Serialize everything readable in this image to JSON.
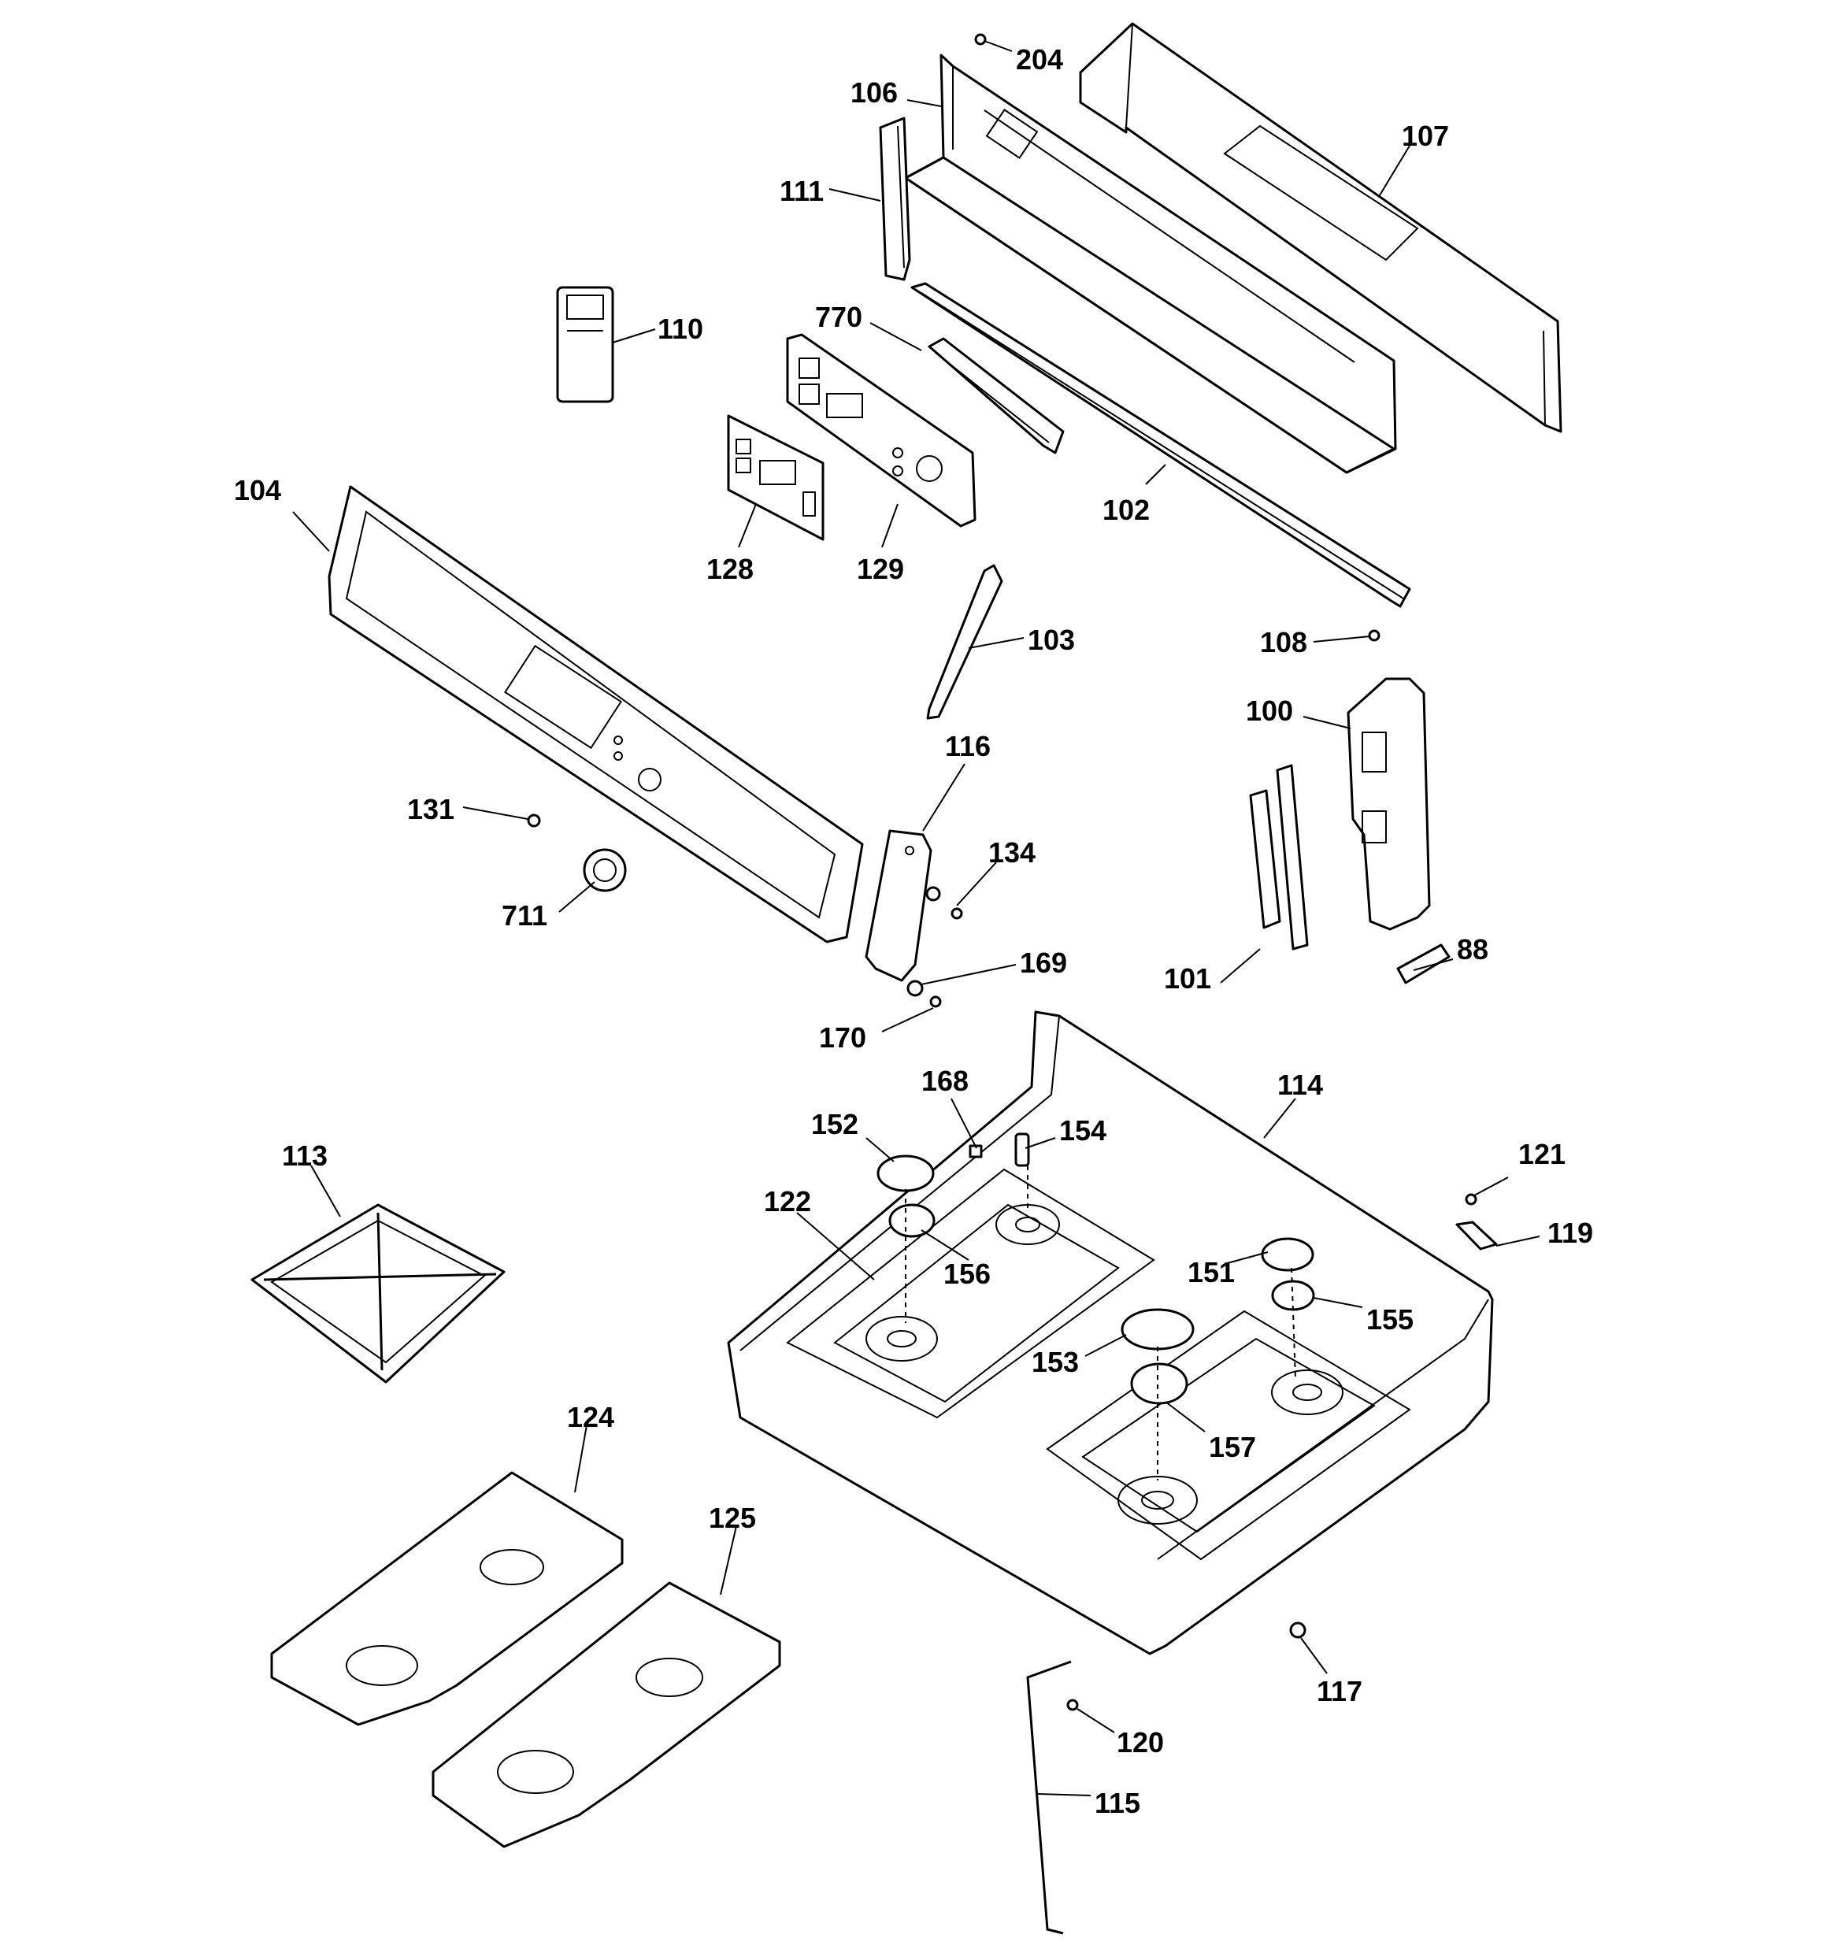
{
  "diagram": {
    "callouts": {
      "p204": "204",
      "p106": "106",
      "p107": "107",
      "p111": "111",
      "p110": "110",
      "p770": "770",
      "p102": "102",
      "p104": "104",
      "p128": "128",
      "p129": "129",
      "p103": "103",
      "p108": "108",
      "p100": "100",
      "p116": "116",
      "p131": "131",
      "p134": "134",
      "p711": "711",
      "p169": "169",
      "p101": "101",
      "p88": "88",
      "p170": "170",
      "p168": "168",
      "p114": "114",
      "p152": "152",
      "p154": "154",
      "p113": "113",
      "p121": "121",
      "p122": "122",
      "p119": "119",
      "p156": "156",
      "p151": "151",
      "p155": "155",
      "p153": "153",
      "p157": "157",
      "p124": "124",
      "p125": "125",
      "p117": "117",
      "p120": "120",
      "p115": "115"
    }
  }
}
